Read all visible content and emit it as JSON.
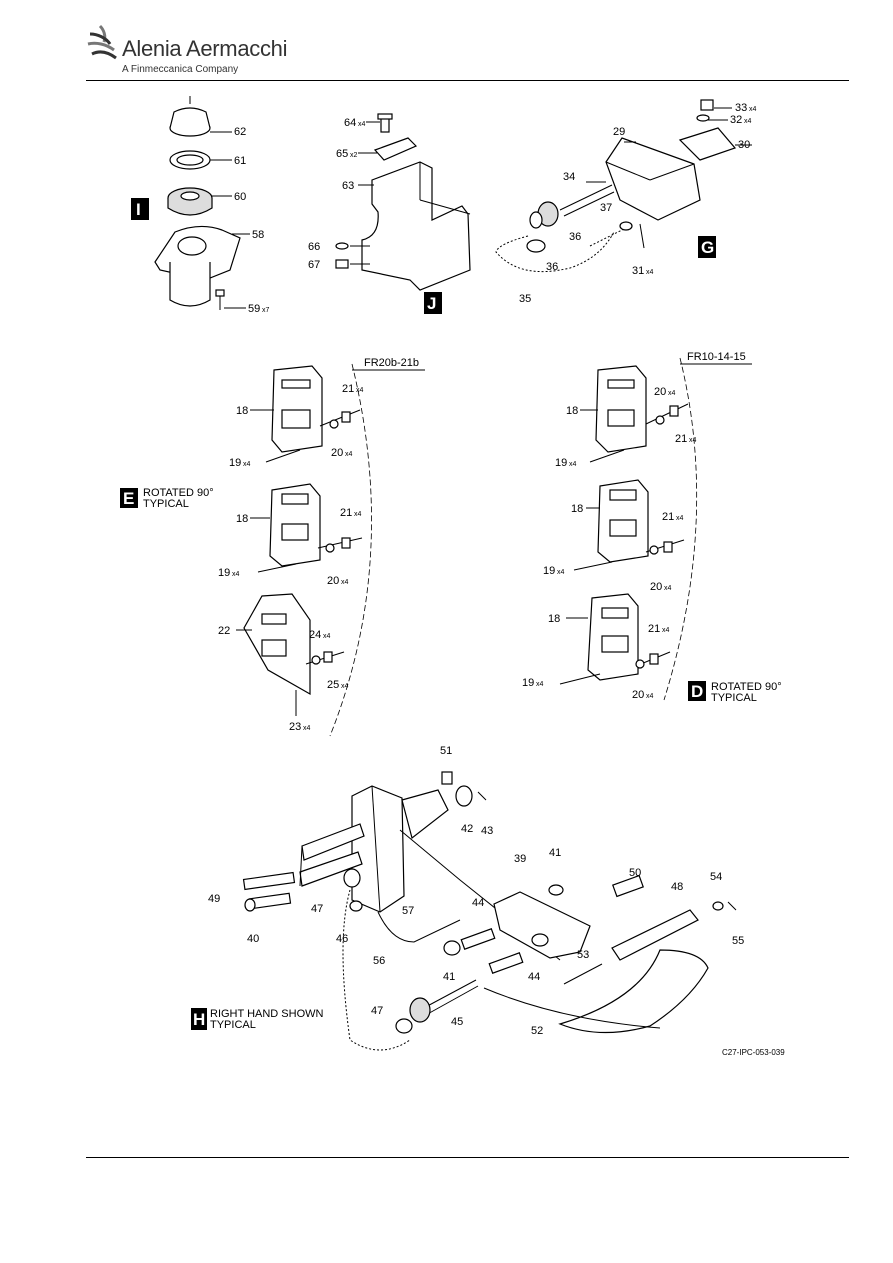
{
  "header": {
    "brand_name": "Alenia Aermacchi",
    "brand_subtitle": "A Finmeccanica Company",
    "brand_accent": "#1a1a1a"
  },
  "drawing_ref": "C27-IPC-053-039",
  "views": {
    "I": {
      "letter": "I"
    },
    "J": {
      "letter": "J"
    },
    "G": {
      "letter": "G"
    },
    "E": {
      "letter": "E",
      "caption_line1": "ROTATED 90°",
      "caption_line2": "TYPICAL",
      "frame": "FR20b-21b"
    },
    "D": {
      "letter": "D",
      "caption_line1": "ROTATED 90°",
      "caption_line2": "TYPICAL",
      "frame": "FR10-14-15"
    },
    "H": {
      "letter": "H",
      "caption_line1": "RIGHT HAND SHOWN",
      "caption_line2": "TYPICAL"
    }
  },
  "callouts": {
    "p62": "62",
    "p61": "61",
    "p60": "60",
    "p58": "58",
    "p59": "59",
    "q59": "x7",
    "p64": "64",
    "q64": "x4",
    "p65": "65",
    "q65": "x2",
    "p63": "63",
    "p66": "66",
    "p67": "67",
    "p33": "33",
    "q33": "x4",
    "p32": "32",
    "q32": "x4",
    "p29": "29",
    "p30": "30",
    "p34": "34",
    "p37": "37",
    "p36a": "36",
    "p36b": "36",
    "p31": "31",
    "q31": "x4",
    "p35": "35",
    "e_p21a": "21",
    "e_q21a": "x4",
    "e_p18a": "18",
    "e_p20a": "20",
    "e_q20a": "x4",
    "e_p19a": "19",
    "e_q19a": "x4",
    "e_p21b": "21",
    "e_q21b": "x4",
    "e_p18b": "18",
    "e_p19b": "19",
    "e_q19b": "x4",
    "e_p20b": "20",
    "e_q20b": "x4",
    "e_p22": "22",
    "e_p24": "24",
    "e_q24": "x4",
    "e_p25": "25",
    "e_q25": "x4",
    "e_p23": "23",
    "e_q23": "x4",
    "d_p20a": "20",
    "d_q20a": "x4",
    "d_p18a": "18",
    "d_p21a": "21",
    "d_q21a": "x4",
    "d_p19a": "19",
    "d_q19a": "x4",
    "d_p18b": "18",
    "d_p21b": "21",
    "d_q21b": "x4",
    "d_p19b": "19",
    "d_q19b": "x4",
    "d_p20b": "20",
    "d_q20b": "x4",
    "d_p18c": "18",
    "d_p21c": "21",
    "d_q21c": "x4",
    "d_p19c": "19",
    "d_q19c": "x4",
    "d_p20c": "20",
    "d_q20c": "x4",
    "h51": "51",
    "h42": "42",
    "h43": "43",
    "h41a": "41",
    "h39": "39",
    "h50": "50",
    "h48": "48",
    "h54": "54",
    "h55": "55",
    "h49": "49",
    "h40": "40",
    "h47a": "47",
    "h46": "46",
    "h57": "57",
    "h44a": "44",
    "h56": "56",
    "h41b": "41",
    "h44b": "44",
    "h53": "53",
    "h45": "45",
    "h47b": "47",
    "h52": "52"
  }
}
